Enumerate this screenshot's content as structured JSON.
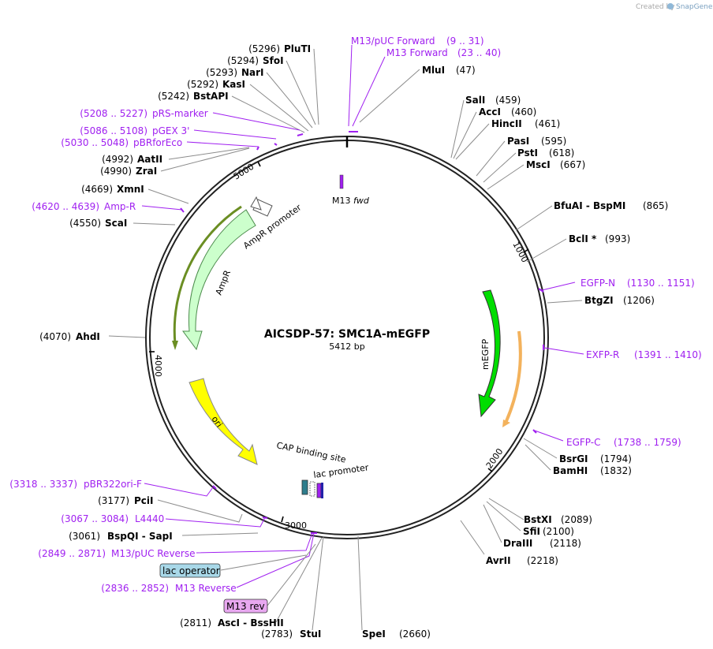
{
  "header": {
    "created_by": "Created by",
    "brand": "SnapGene"
  },
  "plasmid": {
    "name": "AICSDP-57: SMC1A-mEGFP",
    "length": "5412 bp"
  },
  "colors": {
    "backbone": "#222222",
    "enzyme_text": "#000000",
    "primer_text": "#a020f0",
    "ampr_fill": "#ccffcc",
    "ampr_promoter_fill": "#ffffff",
    "ori_fill": "#ffff00",
    "megfp_fill": "#00dd00",
    "orange_fill": "#f3b25c",
    "cap_fill": "#2e7d8c",
    "lac_operator_badge": "#a8d8e8",
    "m13rev_badge": "#e8a8f0",
    "olive_arc": "#6b8e23"
  },
  "tick_labels": [
    "1000",
    "2000",
    "3000",
    "4000",
    "5000"
  ],
  "features": {
    "ampr": "AmpR",
    "ampr_promoter": "AmpR promoter",
    "ori": "ori",
    "megfp": "mEGFP",
    "cap_binding_site": "CAP binding site",
    "lac_promoter": "lac promoter",
    "m13fwd_main": "M13 ",
    "m13fwd_italic": "fwd",
    "lac_operator": "lac operator",
    "m13_rev": "M13 rev"
  },
  "enzymes": [
    {
      "key": "pluti",
      "pos": "(5296)",
      "name": "PluTI"
    },
    {
      "key": "sfoi",
      "pos": "(5294)",
      "name": "SfoI"
    },
    {
      "key": "nari",
      "pos": "(5293)",
      "name": "NarI"
    },
    {
      "key": "kasi",
      "pos": "(5292)",
      "name": "KasI"
    },
    {
      "key": "bstapi",
      "pos": "(5242)",
      "name": "BstAPI"
    },
    {
      "key": "aatii",
      "pos": "(4992)",
      "name": "AatII"
    },
    {
      "key": "zrai",
      "pos": "(4990)",
      "name": "ZraI"
    },
    {
      "key": "xmni",
      "pos": "(4669)",
      "name": "XmnI"
    },
    {
      "key": "scai",
      "pos": "(4550)",
      "name": "ScaI"
    },
    {
      "key": "ahdi",
      "pos": "(4070)",
      "name": "AhdI"
    },
    {
      "key": "pcii",
      "pos": "(3177)",
      "name": "PciI"
    },
    {
      "key": "bspqi",
      "pos": "(3061)",
      "name": "BspQI  - SapI"
    },
    {
      "key": "asci",
      "pos": "(2811)",
      "name": "AscI  - BssHII"
    },
    {
      "key": "stui",
      "pos": "(2783)",
      "name": "StuI"
    },
    {
      "key": "spei",
      "pos": "(2660)",
      "name": "SpeI"
    },
    {
      "key": "mlui",
      "pos": "(47)",
      "name": "MluI"
    },
    {
      "key": "sali",
      "pos": "(459)",
      "name": "SalI"
    },
    {
      "key": "acci",
      "pos": "(460)",
      "name": "AccI"
    },
    {
      "key": "hincii",
      "pos": "(461)",
      "name": "HincII"
    },
    {
      "key": "pasi",
      "pos": "(595)",
      "name": "PasI"
    },
    {
      "key": "psti",
      "pos": "(618)",
      "name": "PstI"
    },
    {
      "key": "msci",
      "pos": "(667)",
      "name": "MscI"
    },
    {
      "key": "bfuai",
      "pos": "(865)",
      "name": "BfuAI  - BspMI"
    },
    {
      "key": "bcli",
      "pos": "(993)",
      "name": "BclI *"
    },
    {
      "key": "btgzi",
      "pos": "(1206)",
      "name": "BtgZI"
    },
    {
      "key": "bsrgi",
      "pos": "(1794)",
      "name": "BsrGI"
    },
    {
      "key": "bamhi",
      "pos": "(1832)",
      "name": "BamHI"
    },
    {
      "key": "bstxi",
      "pos": "(2089)",
      "name": "BstXI"
    },
    {
      "key": "sfii",
      "pos": "(2100)",
      "name": "SfiI"
    },
    {
      "key": "draiii",
      "pos": "(2118)",
      "name": "DraIII"
    },
    {
      "key": "avrii",
      "pos": "(2218)",
      "name": "AvrII"
    }
  ],
  "primers": [
    {
      "key": "m13puc_fwd",
      "name": "M13/pUC Forward",
      "range": "(9 .. 31)"
    },
    {
      "key": "m13_fwd",
      "name": "M13 Forward",
      "range": "(23 .. 40)"
    },
    {
      "key": "prs_marker",
      "name": "pRS-marker",
      "range": "(5208 .. 5227)"
    },
    {
      "key": "pgex3",
      "name": "pGEX 3'",
      "range": "(5086 .. 5108)"
    },
    {
      "key": "pbrforeco",
      "name": "pBRforEco",
      "range": "(5030 .. 5048)"
    },
    {
      "key": "ampr_primer",
      "name": "Amp-R",
      "range": "(4620 .. 4639)"
    },
    {
      "key": "pbr322ori",
      "name": "pBR322ori-F",
      "range": "(3318 .. 3337)"
    },
    {
      "key": "l4440",
      "name": "L4440",
      "range": "(3067 .. 3084)"
    },
    {
      "key": "m13puc_rev",
      "name": "M13/pUC Reverse",
      "range": "(2849 .. 2871)"
    },
    {
      "key": "m13_rev_primer",
      "name": "M13 Reverse",
      "range": "(2836 .. 2852)"
    },
    {
      "key": "egfp_n",
      "name": "EGFP-N",
      "range": "(1130 .. 1151)"
    },
    {
      "key": "exfp_r",
      "name": "EXFP-R",
      "range": "(1391 .. 1410)"
    },
    {
      "key": "egfp_c",
      "name": "EGFP-C",
      "range": "(1738 .. 1759)"
    }
  ]
}
